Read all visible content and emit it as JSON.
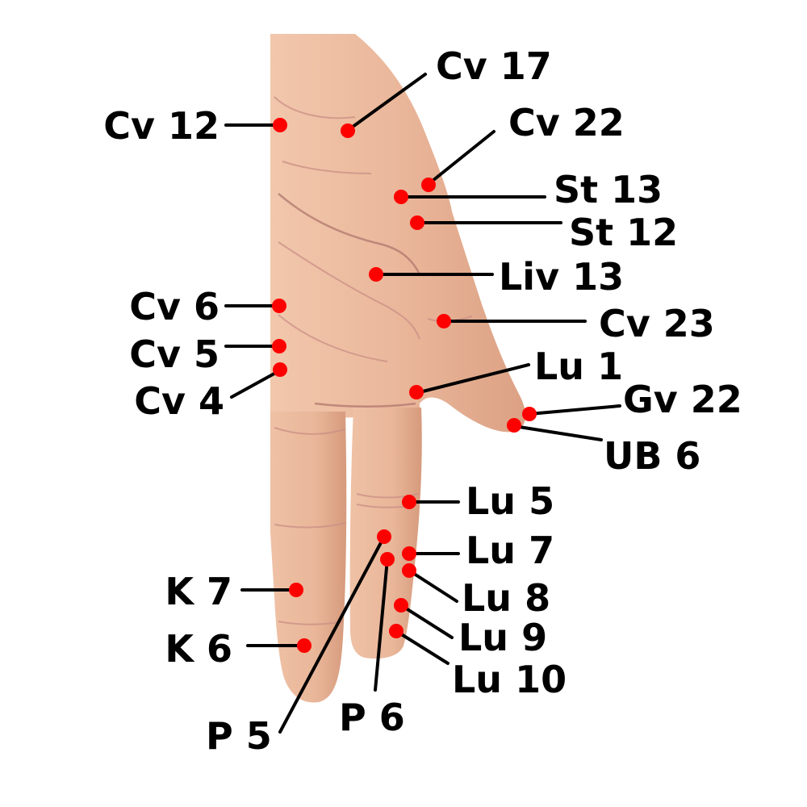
{
  "colors": {
    "point": "#ff0000",
    "leader": "#000000",
    "label": "#000000",
    "skin": "#e8b89a",
    "background": "#ffffff"
  },
  "points": [
    {
      "id": "cv17",
      "label": "Cv 17"
    },
    {
      "id": "cv12",
      "label": "Cv 12"
    },
    {
      "id": "cv22",
      "label": "Cv 22"
    },
    {
      "id": "st13",
      "label": "St 13"
    },
    {
      "id": "st12",
      "label": "St 12"
    },
    {
      "id": "liv13",
      "label": "Liv 13"
    },
    {
      "id": "cv6",
      "label": "Cv 6"
    },
    {
      "id": "cv23",
      "label": "Cv 23"
    },
    {
      "id": "cv5",
      "label": "Cv 5"
    },
    {
      "id": "lu1",
      "label": "Lu 1"
    },
    {
      "id": "cv4",
      "label": "Cv 4"
    },
    {
      "id": "gv22",
      "label": "Gv 22"
    },
    {
      "id": "ub6",
      "label": "UB 6"
    },
    {
      "id": "lu5",
      "label": "Lu 5"
    },
    {
      "id": "lu7",
      "label": "Lu 7"
    },
    {
      "id": "k7",
      "label": "K 7"
    },
    {
      "id": "lu8",
      "label": "Lu 8"
    },
    {
      "id": "lu9",
      "label": "Lu 9"
    },
    {
      "id": "k6",
      "label": "K 6"
    },
    {
      "id": "lu10",
      "label": "Lu 10"
    },
    {
      "id": "p6",
      "label": "P 6"
    },
    {
      "id": "p5",
      "label": "P 5"
    }
  ]
}
